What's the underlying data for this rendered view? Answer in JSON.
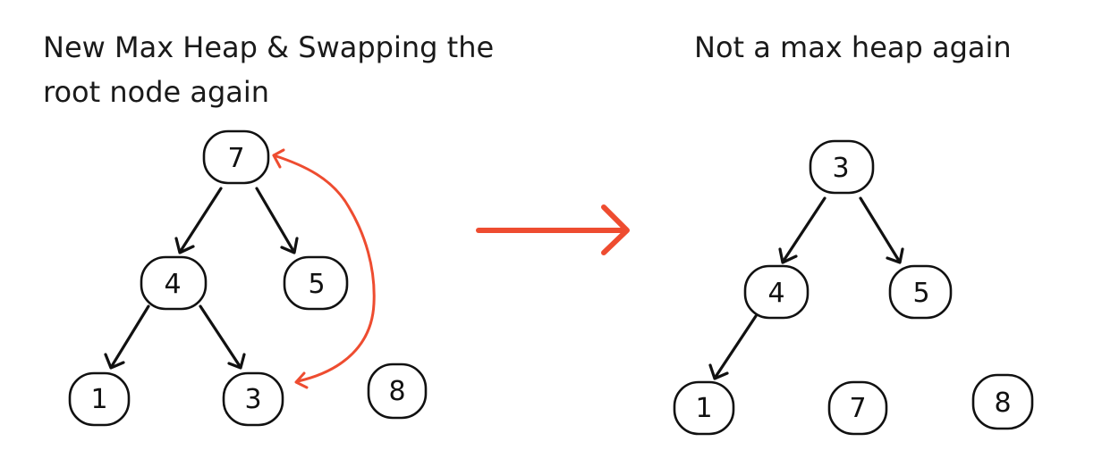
{
  "left": {
    "caption_line1": "New Max Heap & Swapping the",
    "caption_line2": "root node again",
    "nodes": {
      "root": "7",
      "left": "4",
      "right": "5",
      "left_left": "1",
      "left_right": "3",
      "detached": "8"
    }
  },
  "right": {
    "caption": "Not a max heap again",
    "nodes": {
      "root": "3",
      "left": "4",
      "right": "5",
      "left_left": "1",
      "detached_a": "7",
      "detached_b": "8"
    }
  },
  "colors": {
    "ink": "#111111",
    "accent": "#ee4c30"
  }
}
